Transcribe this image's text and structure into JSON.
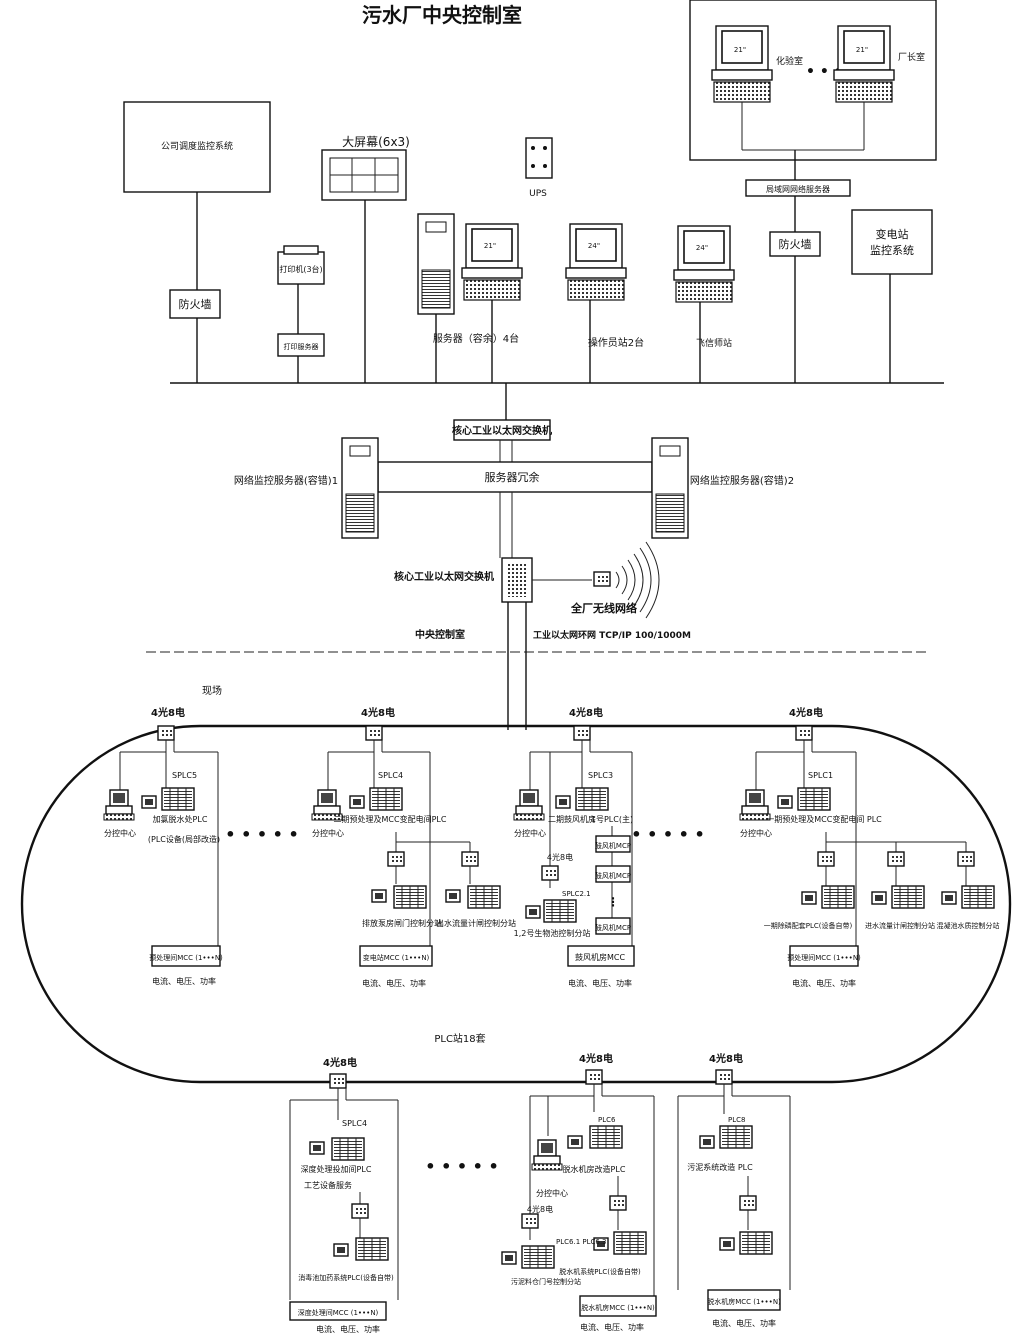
{
  "title": "污水厂中央控制室",
  "control_room": {
    "company_system": "公司调度监控系统",
    "firewall_left": "防火墙",
    "big_screen": "大屏幕(6x3)",
    "ups": "UPS",
    "printer": "打印机(3台)",
    "print_server": "打印服务器",
    "servers_label": "服务器（容余）4台",
    "operator_label": "操作员站2台",
    "fly_station": "飞信师站",
    "monitor_21": "21\"",
    "monitor_24": "24\"",
    "lab": "化验室",
    "director": "厂长室",
    "dots": "• • •",
    "lan_server": "局域网网络服务器",
    "firewall_right": "防火墙",
    "substation_line1": "变电站",
    "substation_line2": "监控系统"
  },
  "core": {
    "core_switch_top": "核心工业以太网交换机",
    "server_redundancy": "服务器冗余",
    "nms1": "网络监控服务器(容错)1",
    "nms2": "网络监控服务器(容错)2",
    "core_switch_mid": "核心工业以太网交换机",
    "wireless": "全厂无线网络",
    "central_room": "中央控制室",
    "ethernet": "工业以太网环网 TCP/IP  100/1000M"
  },
  "field": {
    "site": "现场",
    "ring_label": "PLC站18套",
    "fiber": "4光8电",
    "sub_center": "分控中心",
    "dots": "• • • • •",
    "s5_plc": "SPLC5",
    "s5_desc1": "加氯脱水处PLC",
    "s5_desc2": "(PLC设备(局部改造)",
    "s5_mcc": "预处理间MCC (1•••N)",
    "s5_power": "电流、电压、功率",
    "s4_plc": "SPLC4",
    "s4_desc": "二期预处理及MCC变配电间PLC",
    "s4_sub1": "排放泵房闸门控制分站",
    "s4_sub2": "出水流量计闸控制分站",
    "s4_mcc": "变电站MCC (1•••N)",
    "s4_power": "电流、电压、功率",
    "s3_plc": "SPLC3",
    "s3_desc": "二期鼓风机房",
    "s3_plc_sub": "1号PLC(主)",
    "s3_fan1": "鼓风机MCP",
    "s3_fan2": "鼓风机MCP",
    "s3_fan3": "鼓风机MCP",
    "s3_fiber": "4光8电",
    "s3_plc2": "SPLC2.1",
    "s3_desc2": "1,2号生物池控制分站",
    "s3_mcc": "鼓风机房MCC",
    "s3_power": "电流、电压、功率",
    "s1_plc": "SPLC1",
    "s1_desc": "一期预处理及MCC变配电间 PLC",
    "s1_sub1": "一期除磷配套PLC(设备自带)",
    "s1_sub2": "进水流量计闸控制分站",
    "s1_sub3": "混凝池水质控制分站",
    "s1_mcc": "预处理间MCC (1•••N)",
    "s1_power": "电流、电压、功率",
    "b1_plc": "SPLC4",
    "b1_desc1": "深度处理投加间PLC",
    "b1_desc2": "工艺设备服务",
    "b1_sub": "消毒池加药系统PLC(设备自带)",
    "b1_mcc": "深度处理间MCC (1•••N)",
    "b1_power": "电流、电压、功率",
    "b2_plc": "PLC6",
    "b2_desc": "脱水机房改造PLC",
    "b2_sub_center": "分控中心",
    "b2_fiber": "4光8电",
    "b2_plc2": "PLC6.1 PLC6.3",
    "b2_desc2": "污泥料仓门号控制分站",
    "b2_sub": "脱水机系统PLC(设备自带)",
    "b2_mcc": "脱水机房MCC (1•••N)",
    "b2_power": "电流、电压、功率",
    "b3_plc": "PLC8",
    "b3_desc": "污泥系统改造 PLC",
    "b3_mcc": "脱水机房MCC (1•••N)",
    "b3_power": "电流、电压、功率"
  }
}
